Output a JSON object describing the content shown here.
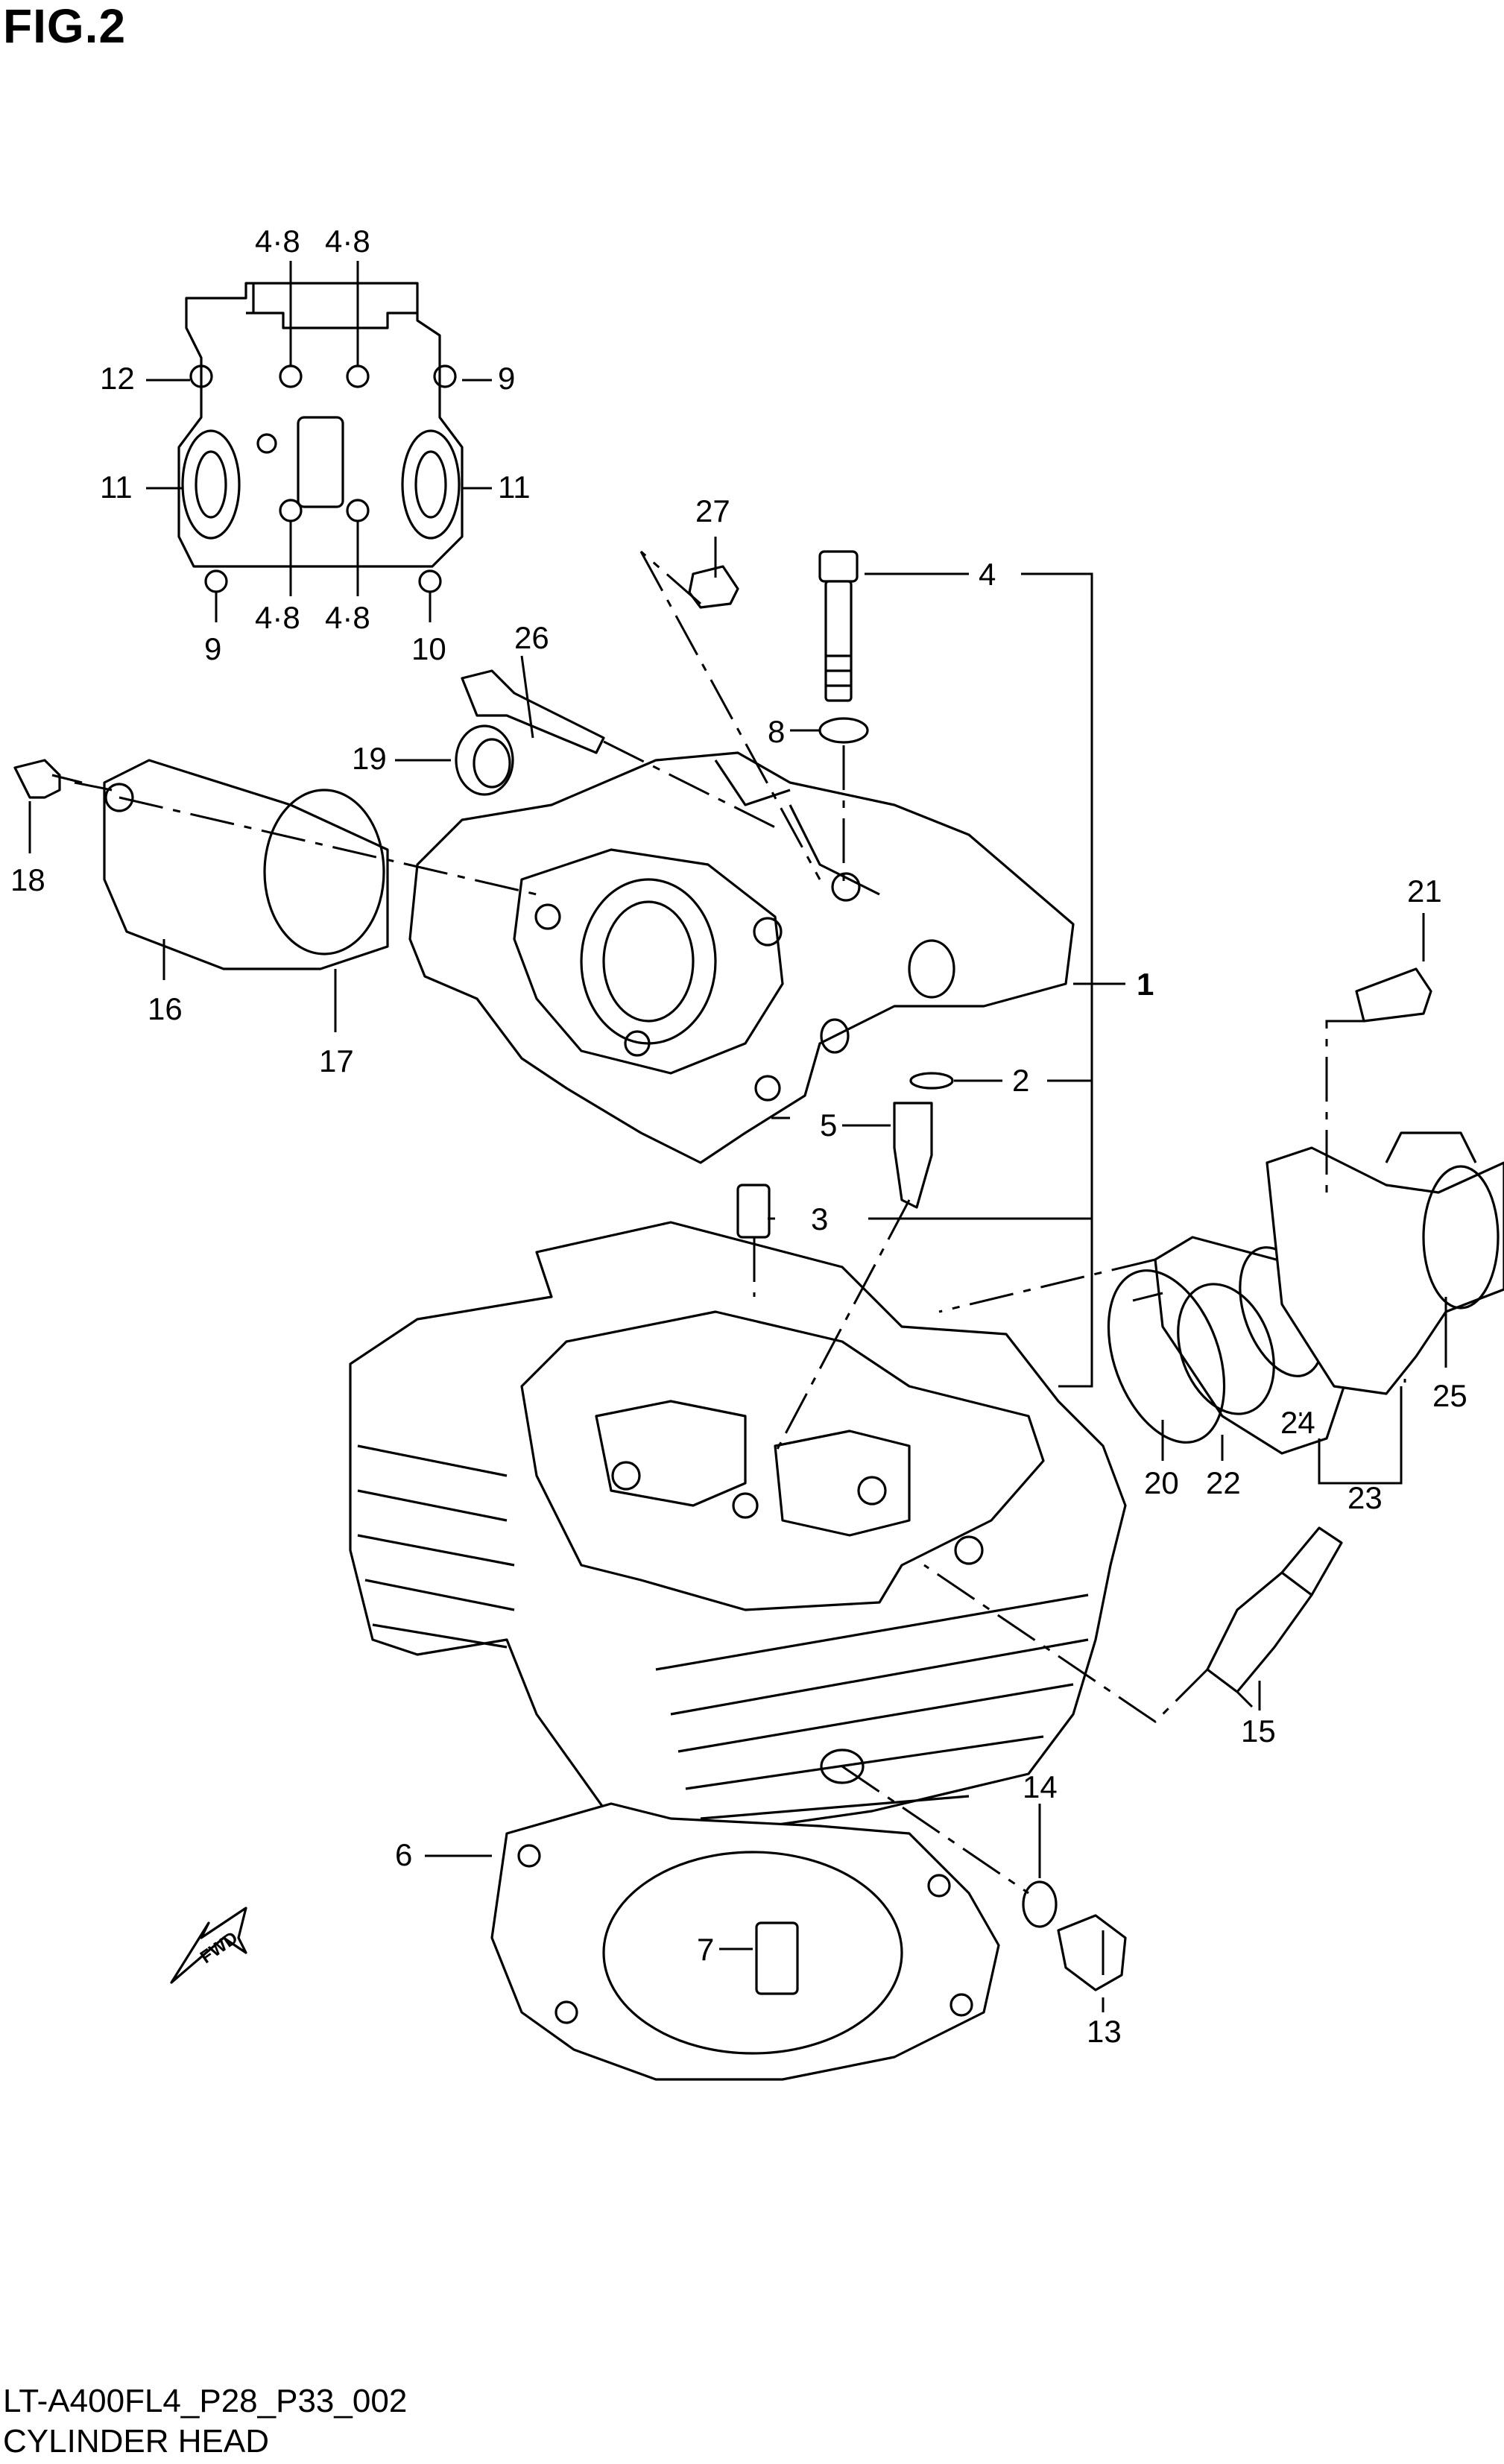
{
  "figure": {
    "title": "FIG.2",
    "code": "LT-A400FL4_P28_P33_002",
    "name": "CYLINDER HEAD"
  },
  "labels": {
    "p1": "1",
    "p2": "2",
    "p3": "3",
    "p4": "4",
    "p5": "5",
    "p6": "6",
    "p7": "7",
    "p8": "8",
    "p9a": "9",
    "p9b": "9",
    "p10": "10",
    "p11a": "11",
    "p11b": "11",
    "p12": "12",
    "p13": "13",
    "p14": "14",
    "p15": "15",
    "p16": "16",
    "p17": "17",
    "p18": "18",
    "p19": "19",
    "p20": "20",
    "p21": "21",
    "p22": "22",
    "p23": "23",
    "p24": "24",
    "p25": "25",
    "p26": "26",
    "p27": "27",
    "p48a": "4·8",
    "p48b": "4·8",
    "p48c": "4·8",
    "p48d": "4·8"
  },
  "fwd_arrow": "FWD"
}
